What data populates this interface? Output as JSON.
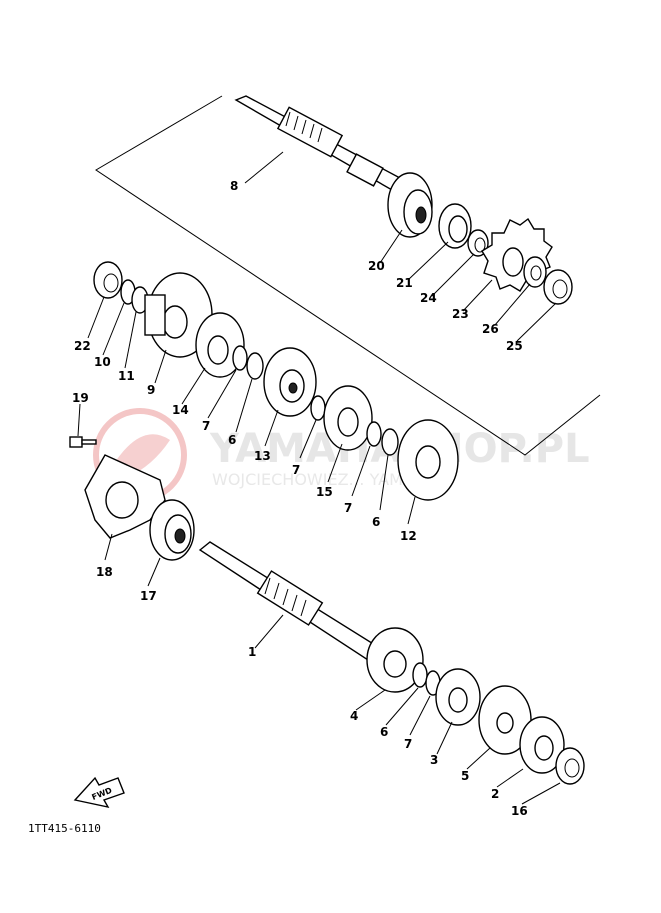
{
  "watermark": {
    "title": "YAMAHASHOP.PL",
    "subtitle": "WOJCIECHOWIEZ… YAMAHA",
    "logo_color": "#f2b8b8"
  },
  "diagram_code": "1TT415-6110",
  "fwd_label": "FWD",
  "callouts": [
    "1",
    "2",
    "3",
    "4",
    "5",
    "6",
    "7",
    "8",
    "9",
    "10",
    "11",
    "12",
    "13",
    "14",
    "15",
    "16",
    "17",
    "18",
    "19",
    "20",
    "21",
    "22",
    "23",
    "24",
    "25",
    "26"
  ],
  "labels": {
    "n8": "8",
    "n20": "20",
    "n21": "21",
    "n24": "24",
    "n23": "23",
    "n26": "26",
    "n25": "25",
    "n22": "22",
    "n10": "10",
    "n11": "11",
    "n9": "9",
    "n14": "14",
    "n7a": "7",
    "n6a": "6",
    "n13": "13",
    "n7b": "7",
    "n15": "15",
    "n7c": "7",
    "n6b": "6",
    "n12": "12",
    "n19": "19",
    "n18": "18",
    "n17": "17",
    "n1": "1",
    "n4": "4",
    "n6c": "6",
    "n7d": "7",
    "n3": "3",
    "n5": "5",
    "n2": "2",
    "n16": "16"
  }
}
